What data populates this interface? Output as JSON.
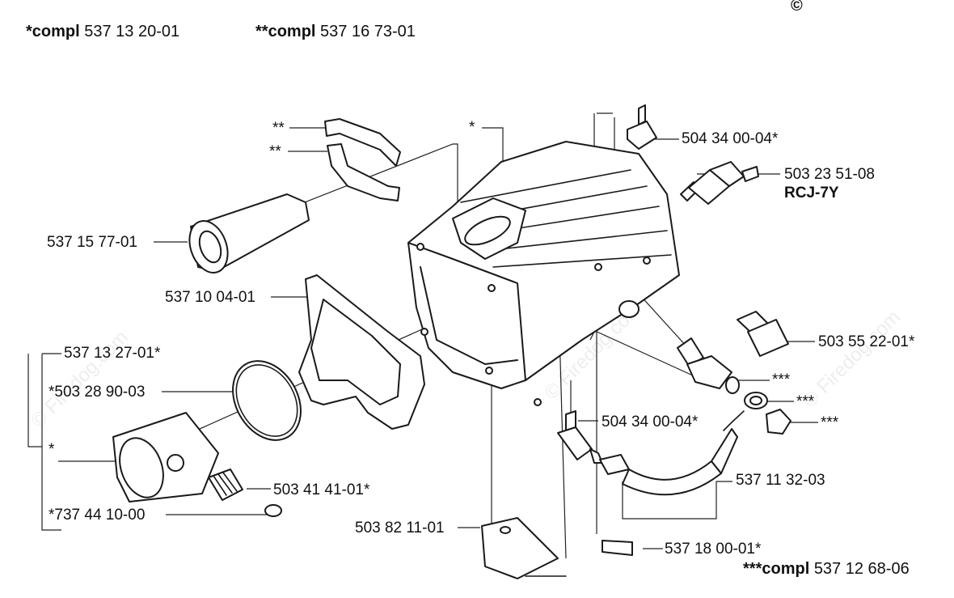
{
  "header": {
    "compl1_prefix": "*compl",
    "compl1_number": "537 13 20-01",
    "compl2_prefix": "**compl",
    "compl2_number": "537 16 73-01",
    "compl3_prefix": "***compl",
    "compl3_number": "537 12 68-06",
    "copyright_symbol": "©"
  },
  "watermark": "© Firedog.com",
  "labels": {
    "p1": "504 34 00-04*",
    "p2": "503 23 51-08",
    "p2_sub": "RCJ-7Y",
    "p3": "537 15 77-01",
    "p4": "537 10 04-01",
    "p5": "503 55 22-01*",
    "p6": "537 13 27-01*",
    "p7": "*503 28 90-03",
    "p8": "504 34 00-04*",
    "p9": "503 41 41-01*",
    "p10": "*737 44 10-00",
    "p11": "537 11 32-03",
    "p12": "503 82 11-01",
    "p13": "537 18 00-01*",
    "star1": "*",
    "star2": "*",
    "dstar1": "**",
    "dstar2": "**",
    "tstar1": "***",
    "tstar2": "***",
    "tstar3": "***"
  }
}
